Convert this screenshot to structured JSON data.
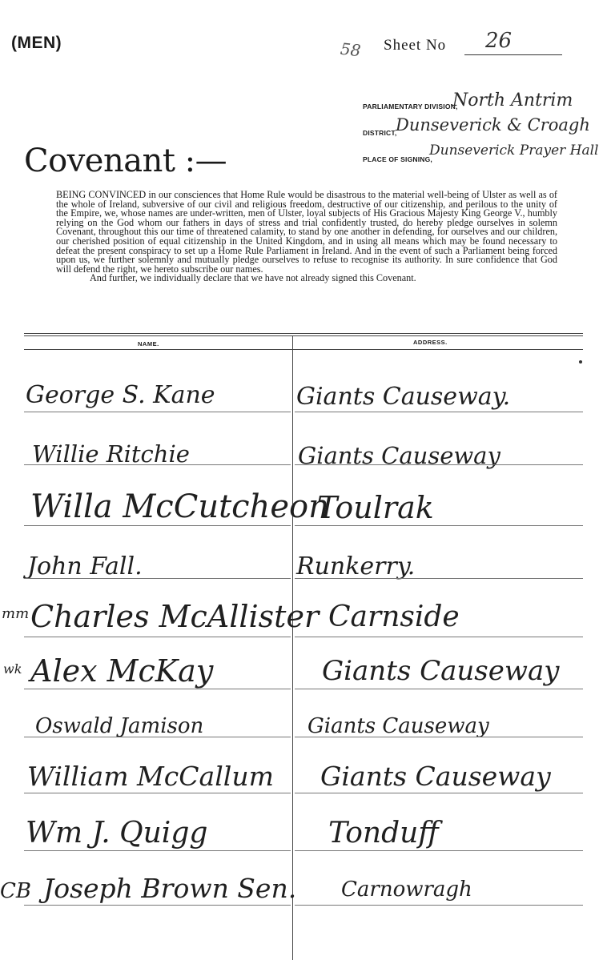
{
  "header": {
    "category": "(MEN)",
    "corner_note": "58",
    "sheet_label": "Sheet No",
    "sheet_number": "26"
  },
  "fields": {
    "division_label": "PARLIAMENTARY DIVISION,",
    "division_value": "North Antrim",
    "district_label": "DISTRICT,",
    "district_value": "Dunseverick & Croagh",
    "place_label": "PLACE OF SIGNING,",
    "place_value": "Dunseverick Prayer Hall"
  },
  "title": "Covenant :—",
  "covenant_text": {
    "paragraph_1": "BEING CONVINCED in our consciences that Home Rule would be disastrous to the material well-being of Ulster as well as of the whole of Ireland, subversive of our civil and religious freedom, destructive of our citizenship, and perilous to the unity of the Empire, we, whose names are under-written, men of Ulster, loyal subjects of His Gracious Majesty King George V., humbly relying on the God whom our fathers in days of stress and trial confidently trusted, do hereby pledge ourselves in solemn Covenant, throughout this our time of threatened calamity, to stand by one another in defending, for ourselves and our children, our cherished position of equal citizenship in the United Kingdom, and in using all means which may be found necessary to defeat the present conspiracy to set up a Home Rule Parliament in Ireland. And in the event of such a Parliament being forced upon us, we further solemnly and mutually pledge ourselves to refuse to recognise its authority. In sure confidence that God will defend the right, we hereto subscribe our names.",
    "paragraph_2": "And further, we individually declare that we have not already signed this Covenant."
  },
  "table": {
    "col_name": "NAME.",
    "col_address": "ADDRESS.",
    "rows": [
      {
        "prefix": "",
        "name": "George S. Kane",
        "address": "Giants Causeway."
      },
      {
        "prefix": "",
        "name": "Willie Ritchie",
        "address": "Giants Causeway"
      },
      {
        "prefix": "",
        "name": "Willa McCutcheon",
        "address": "Toulrak"
      },
      {
        "prefix": "",
        "name": "John Fall.",
        "address": "Runkerry."
      },
      {
        "prefix": "mm",
        "name": "Charles McAllister",
        "address": "Carnside"
      },
      {
        "prefix": "wk",
        "name": "Alex McKay",
        "address": "Giants Causeway"
      },
      {
        "prefix": "",
        "name": "Oswald Jamison",
        "address": "Giants Causeway"
      },
      {
        "prefix": "",
        "name": "William McCallum",
        "address": "Giants Causeway"
      },
      {
        "prefix": "",
        "name": "Wm J. Quigg",
        "address": "Tonduff"
      },
      {
        "prefix": "CB",
        "name": "Joseph Brown Sen.",
        "address": "Carnowragh"
      }
    ]
  }
}
